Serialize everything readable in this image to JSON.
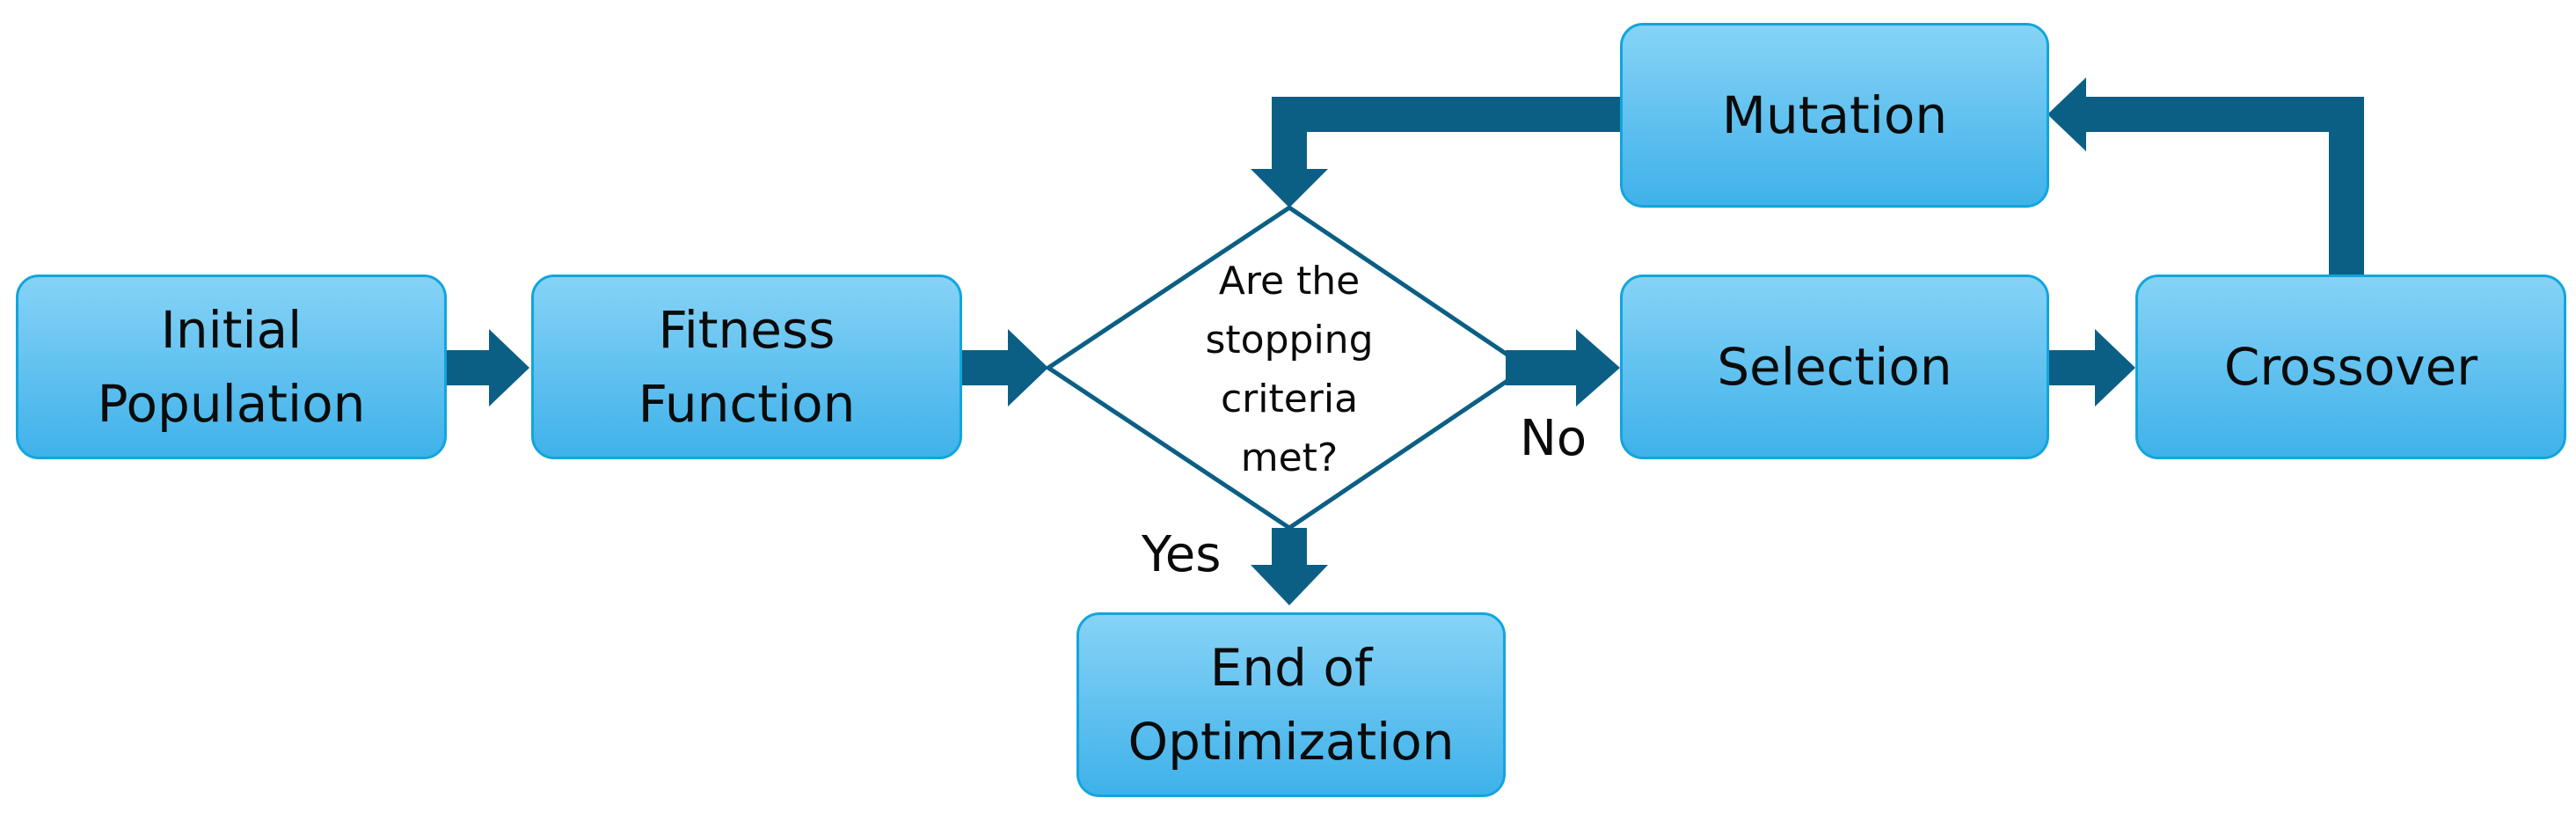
{
  "boxes": {
    "initial_population": "Initial\nPopulation",
    "fitness_function": "Fitness\nFunction",
    "selection": "Selection",
    "crossover": "Crossover",
    "mutation": "Mutation",
    "end_of_optimization": "End of\nOptimization"
  },
  "decision": {
    "question": "Are the\nstopping\ncriteria\nmet?",
    "yes_label": "Yes",
    "no_label": "No"
  },
  "colors": {
    "arrow": "#0b5f84",
    "box_border": "#12a5dc",
    "box_fill_top": "#86d3f6",
    "box_fill_bottom": "#3fb2ea",
    "diamond_stroke": "#0b5f84"
  }
}
